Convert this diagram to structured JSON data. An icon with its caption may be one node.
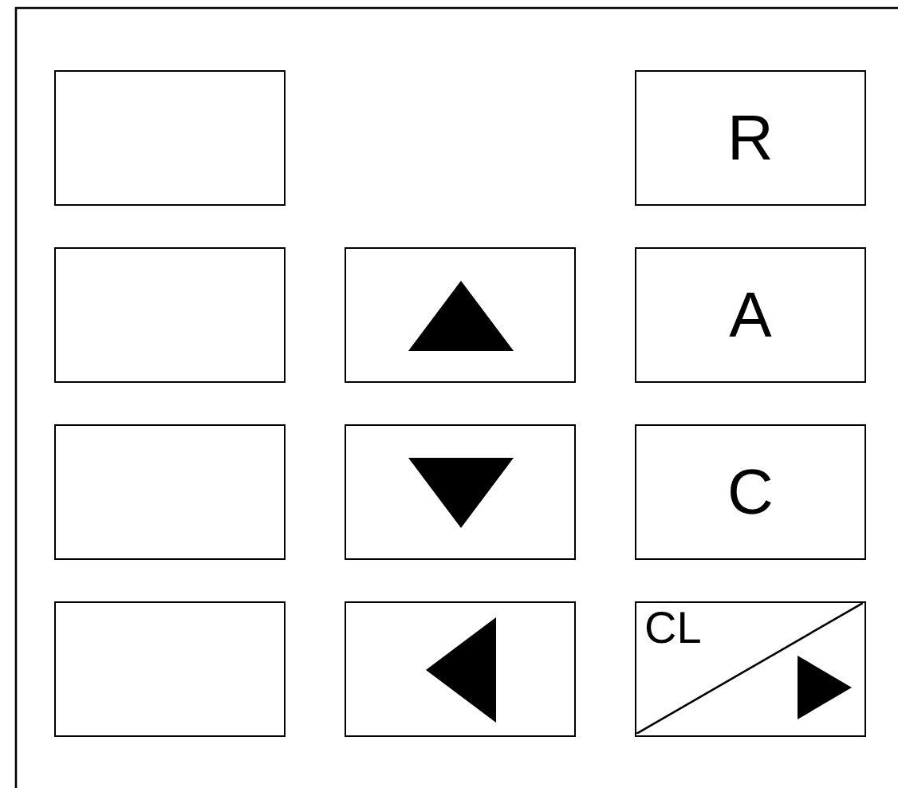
{
  "diagram": {
    "nodes": [
      {
        "text": [],
        "shape": "box"
      },
      {
        "text": [
          "R"
        ]
      },
      {
        "text": [],
        "shape": "box"
      },
      {
        "text": [],
        "shape": "box"
      },
      {
        "text": [
          "A"
        ]
      },
      {
        "text": [],
        "shape": "box"
      },
      {
        "text": [],
        "shape": "box"
      },
      {
        "text": [
          "C"
        ]
      },
      {
        "text": [],
        "shape": "box"
      },
      {
        "text": [],
        "shape": "box"
      },
      {
        "text": [
          "CL"
        ]
      }
    ]
  }
}
